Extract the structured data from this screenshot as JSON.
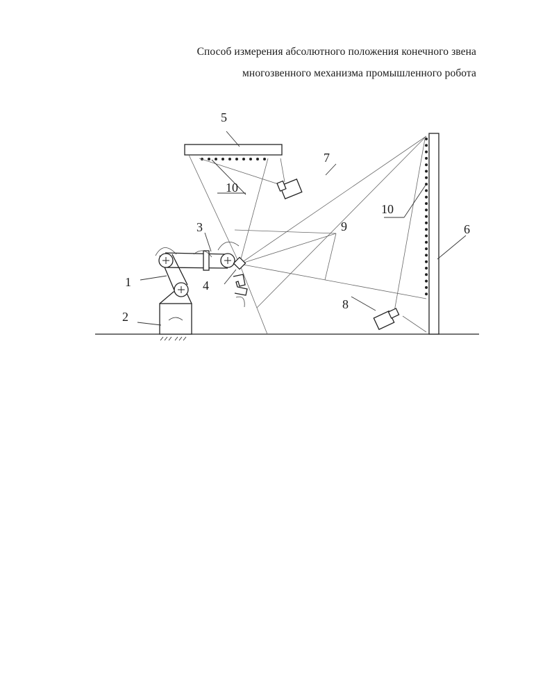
{
  "title": {
    "line1": "Способ измерения абсолютного положения конечного звена",
    "line2": "многозвенного механизма промышленного робота"
  },
  "labels": {
    "l1": "1",
    "l2": "2",
    "l3": "3",
    "l4": "4",
    "l5": "5",
    "l6": "6",
    "l7": "7",
    "l8": "8",
    "l9": "9",
    "l10a": "10",
    "l10b": "10"
  }
}
